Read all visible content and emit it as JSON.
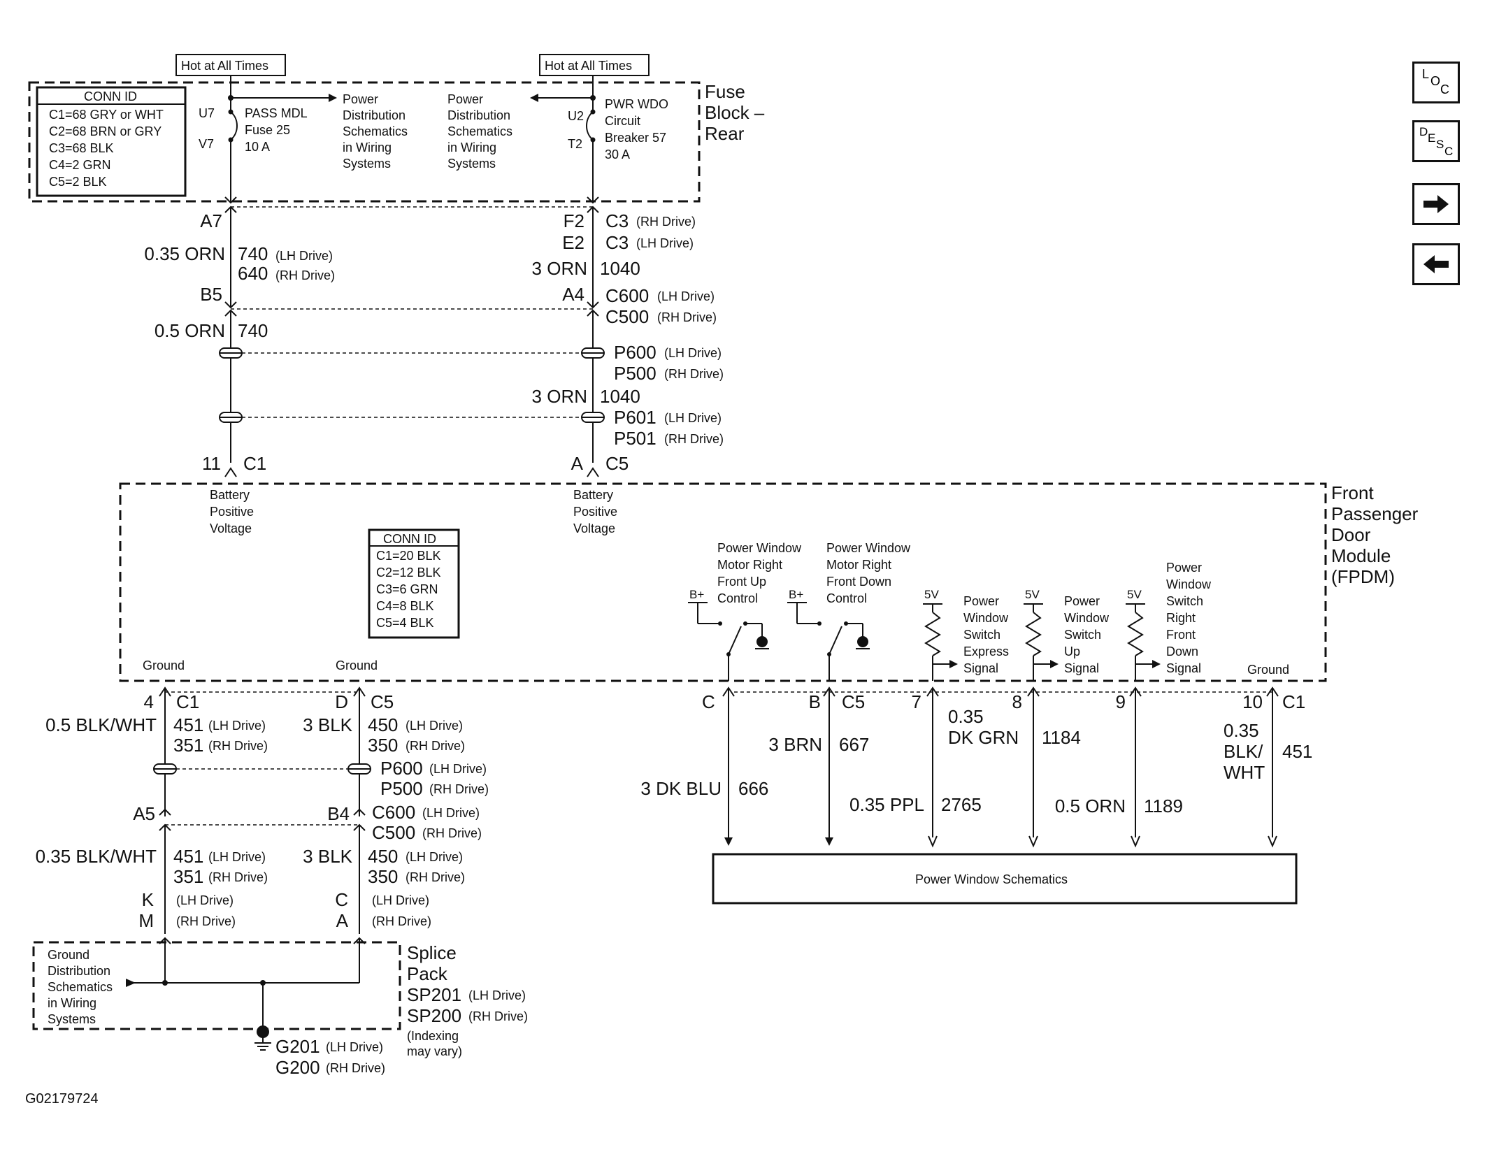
{
  "fuse_block": {
    "hot_left": "Hot at All Times",
    "hot_right": "Hot at All Times",
    "conn_id_title": "CONN ID",
    "conn_ids": [
      "C1=68 GRY or WHT",
      "C2=68 BRN or GRY",
      "C3=68 BLK",
      "C4=2 GRN",
      "C5=2 BLK"
    ],
    "u7": "U7",
    "v7": "V7",
    "fuse_label": [
      "PASS MDL",
      "Fuse 25",
      "10 A"
    ],
    "pd_left": [
      "Power",
      "Distribution",
      "Schematics",
      "in Wiring",
      "Systems"
    ],
    "pd_right": [
      "Power",
      "Distribution",
      "Schematics",
      "in Wiring",
      "Systems"
    ],
    "u2": "U2",
    "t2": "T2",
    "breaker_label": [
      "PWR WDO",
      "Circuit",
      "Breaker 57",
      "30 A"
    ],
    "title": [
      "Fuse",
      "Block –",
      "Rear"
    ]
  },
  "left_feed": {
    "a7": "A7",
    "wire1": "0.35 ORN",
    "circ1": "740",
    "circ1_note": "(LH Drive)",
    "circ2": "640",
    "circ2_note": "(RH Drive)",
    "b5": "B5",
    "wire2": "0.5 ORN",
    "circ3": "740",
    "pin": "11",
    "conn": "C1"
  },
  "right_feed": {
    "f2": "F2",
    "e2": "E2",
    "c3a": "C3",
    "c3a_note": "(RH Drive)",
    "c3b": "C3",
    "c3b_note": "(LH Drive)",
    "wire1": "3 ORN",
    "circ1": "1040",
    "a4": "A4",
    "c600": "C600",
    "c600_note": "(LH Drive)",
    "c500": "C500",
    "c500_note": "(RH Drive)",
    "p600": "P600",
    "p600_note": "(LH Drive)",
    "p500": "P500",
    "p500_note": "(RH Drive)",
    "wire2": "3 ORN",
    "circ2": "1040",
    "p601": "P601",
    "p601_note": "(LH Drive)",
    "p501": "P501",
    "p501_note": "(RH Drive)",
    "pin": "A",
    "conn": "C5"
  },
  "module": {
    "title": [
      "Front",
      "Passenger",
      "Door",
      "Module",
      "(FPDM)"
    ],
    "bpv_left": [
      "Battery",
      "Positive",
      "Voltage"
    ],
    "bpv_right": [
      "Battery",
      "Positive",
      "Voltage"
    ],
    "conn_id_title": "CONN ID",
    "conn_ids": [
      "C1=20 BLK",
      "C2=12 BLK",
      "C3=6 GRN",
      "C4=8 BLK",
      "C5=4 BLK"
    ],
    "ground_left": "Ground",
    "ground_mid": "Ground",
    "ground_right": "Ground",
    "motor_up": [
      "Power Window",
      "Motor Right",
      "Front Up",
      "Control"
    ],
    "motor_down": [
      "Power Window",
      "Motor Right",
      "Front Down",
      "Control"
    ],
    "bplus": "B+",
    "v5": "5V",
    "express": [
      "Power",
      "Window",
      "Switch",
      "Express",
      "Signal"
    ],
    "up_signal": [
      "Power",
      "Window",
      "Switch",
      "Up",
      "Signal"
    ],
    "down_signal": [
      "Power",
      "Window",
      "Switch",
      "Right",
      "Front",
      "Down",
      "Signal"
    ]
  },
  "outputs": {
    "pin_c": "C",
    "pin_b": "B",
    "conn_c5": "C5",
    "pin_7": "7",
    "pin_8": "8",
    "pin_9": "9",
    "pin_10": "10",
    "conn_c1": "C1",
    "w_666": "3 DK BLU",
    "c_666": "666",
    "w_667": "3 BRN",
    "c_667": "667",
    "w_2765": "0.35 PPL",
    "c_2765": "2765",
    "w_1184a": "0.35",
    "w_1184b": "DK GRN",
    "c_1184": "1184",
    "w_1189": "0.5 ORN",
    "c_1189": "1189",
    "w_451a": "0.35",
    "w_451b": "BLK/",
    "w_451c": "WHT",
    "c_451": "451",
    "schematics": "Power Window Schematics"
  },
  "ground_wiring": {
    "l_pin": "4",
    "l_conn": "C1",
    "l_wire": "0.5 BLK/WHT",
    "l_c451": "451",
    "l_c451_note": "(LH Drive)",
    "l_c351": "351",
    "l_c351_note": "(RH Drive)",
    "m_pin": "D",
    "m_conn": "C5",
    "m_wire": "3 BLK",
    "m_c450": "450",
    "m_c450_note": "(LH Drive)",
    "m_c350": "350",
    "m_c350_note": "(RH Drive)",
    "p600": "P600",
    "p600_note": "(LH Drive)",
    "p500": "P500",
    "p500_note": "(RH Drive)",
    "a5": "A5",
    "b4": "B4",
    "c600": "C600",
    "c600_note": "(LH Drive)",
    "c500": "C500",
    "c500_note": "(RH Drive)",
    "l_wire2": "0.35 BLK/WHT",
    "l2_c451": "451",
    "l2_c451_note": "(LH Drive)",
    "l2_c351": "351",
    "l2_c351_note": "(RH Drive)",
    "m_wire2": "3 BLK",
    "m2_c450": "450",
    "m2_c450_note": "(LH Drive)",
    "m2_c350": "350",
    "m2_c350_note": "(RH Drive)",
    "k": "K",
    "k_note": "(LH Drive)",
    "m": "M",
    "m_note": "(RH Drive)",
    "c": "C",
    "c_note": "(LH Drive)",
    "a": "A",
    "a_note": "(RH Drive)",
    "gd": [
      "Ground",
      "Distribution",
      "Schematics",
      "in Wiring",
      "Systems"
    ],
    "splice_title": [
      "Splice",
      "Pack"
    ],
    "sp201": "SP201",
    "sp201_note": "(LH Drive)",
    "sp200": "SP200",
    "sp200_note": "(RH Drive)",
    "indexing": [
      "(Indexing",
      "may vary)"
    ],
    "g201": "G201",
    "g201_note": "(LH Drive)",
    "g200": "G200",
    "g200_note": "(RH Drive)"
  },
  "footer_id": "G02179724",
  "nav": {
    "loc": [
      "L",
      "O",
      "C"
    ],
    "desc": [
      "D",
      "E",
      "S",
      "C"
    ]
  }
}
